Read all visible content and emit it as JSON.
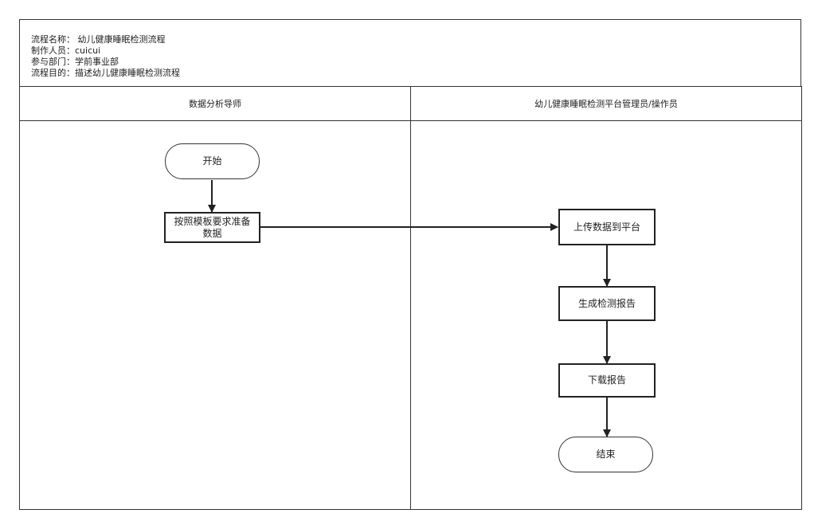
{
  "header": {
    "lines": [
      "流程名称：  幼儿健康睡眠检测流程",
      "制作人员：cuicui",
      "参与部门：学前事业部",
      "流程目的：描述幼儿健康睡眠检测流程"
    ]
  },
  "lanes": [
    {
      "id": "analyst",
      "title": "数据分析导师"
    },
    {
      "id": "platform",
      "title": "幼儿健康睡眠检测平台管理员/操作员"
    }
  ],
  "nodes": {
    "start": "开始",
    "prepare": "按照模板要求准备数据",
    "upload": "上传数据到平台",
    "report": "生成检测报告",
    "download": "下载报告",
    "end": "结束"
  },
  "colors": {
    "stroke": "#333333",
    "arrow": "#222222"
  }
}
